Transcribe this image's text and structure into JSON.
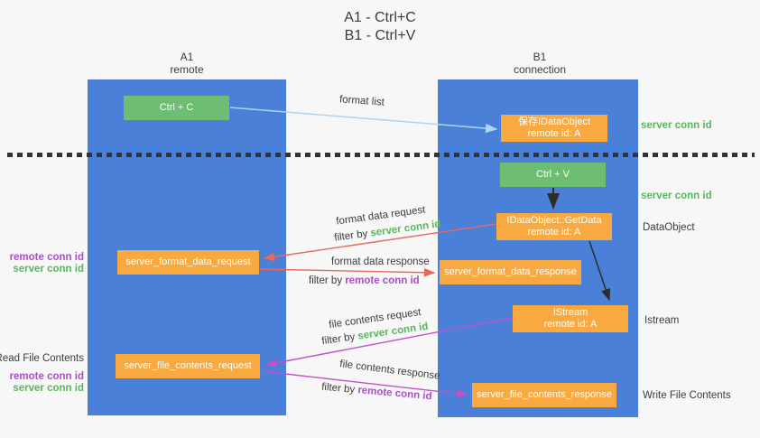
{
  "title": {
    "line1": "A1 - Ctrl+C",
    "line2": "B1 - Ctrl+V"
  },
  "lanes": {
    "left": {
      "title": "A1",
      "subtitle": "remote"
    },
    "right": {
      "title": "B1",
      "subtitle": "connection"
    }
  },
  "nodes": {
    "ctrl_c": {
      "label": "Ctrl + C"
    },
    "save_dataobject": {
      "line1": "保存IDataObject",
      "line2": "remote id: A"
    },
    "ctrl_v": {
      "label": "Ctrl + V"
    },
    "getdata": {
      "line1": "IDataObject::GetData",
      "line2": "remote id: A"
    },
    "server_format_data_request": {
      "label": "server_format_data_request"
    },
    "server_format_data_response": {
      "label": "server_format_data_response"
    },
    "istream": {
      "line1": "IStream",
      "line2": "remote id: A"
    },
    "server_file_contents_request": {
      "label": "server_file_contents_request"
    },
    "server_file_contents_response": {
      "label": "server_file_contents_response"
    }
  },
  "right_labels": {
    "server_conn_id_top": "server conn id",
    "server_conn_id_mid": "server conn id",
    "dataobject": "DataObject",
    "istream": "Istream",
    "write_file_contents": "Write File Contents"
  },
  "left_labels": {
    "remote_conn_id_top": "remote conn id",
    "server_conn_id_top": "server conn id",
    "read_file_contents": "Read File Contents",
    "remote_conn_id_bottom": "remote conn id",
    "server_conn_id_bottom": "server conn id"
  },
  "arrow_labels": {
    "format_list": "format list",
    "format_data_request": "format data request",
    "format_data_request_filter_prefix": "filter by ",
    "format_data_request_filter_value": "server conn id",
    "format_data_response": "format data response",
    "format_data_response_filter_prefix": "filter by ",
    "format_data_response_filter_value": "remote conn id",
    "file_contents_request": "file contents request",
    "file_contents_request_filter_prefix": "filter by ",
    "file_contents_request_filter_value": "server conn id",
    "file_contents_response": "file contents response",
    "file_contents_response_filter_prefix": "filter by ",
    "file_contents_response_filter_value": "remote conn id"
  },
  "colors": {
    "lane_blue": "#4a80d8",
    "node_green": "#6dbe73",
    "node_orange": "#f8a93f",
    "arrow_blue": "#aed5f2",
    "arrow_red": "#e8695e",
    "arrow_magenta": "#bf52c4",
    "arrow_black": "#2d2d2d",
    "label_green": "#58b65c",
    "label_purple": "#a94fc4",
    "text_dark": "#3c3c3c"
  }
}
